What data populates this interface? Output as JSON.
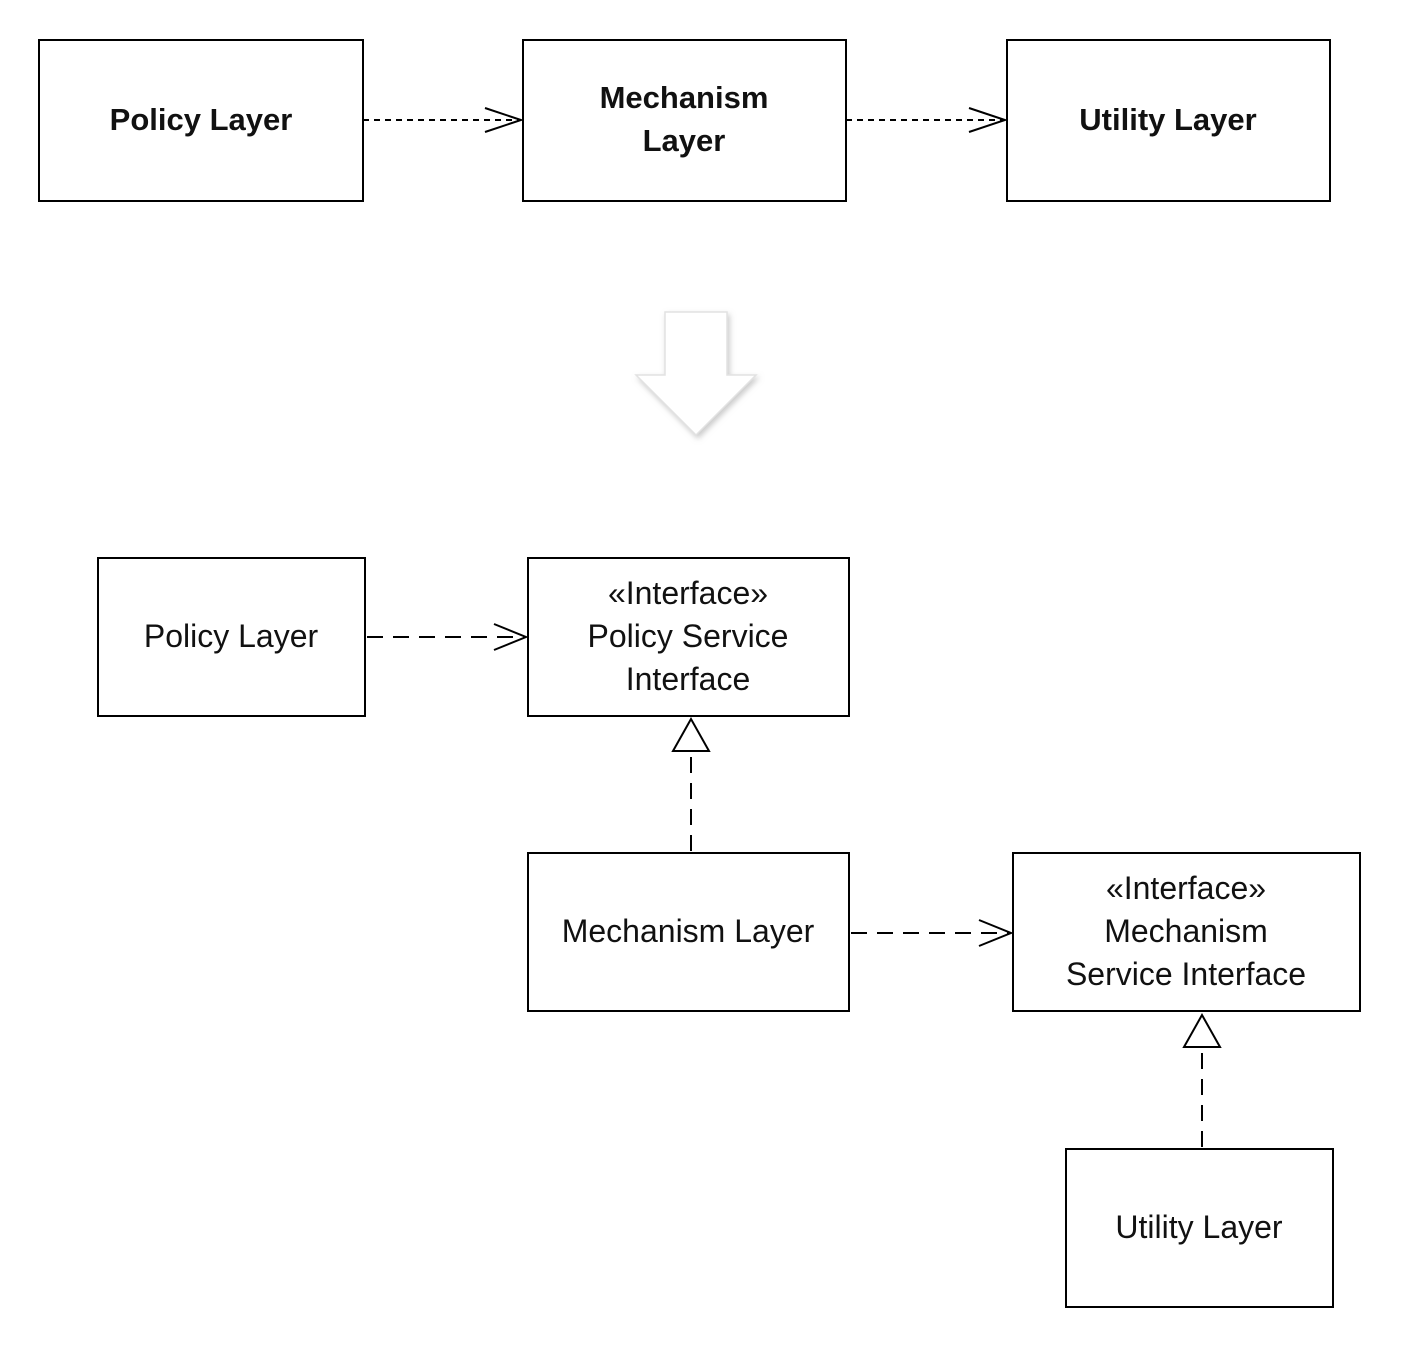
{
  "before": {
    "policy_layer": "Policy Layer",
    "mechanism_layer_line1": "Mechanism",
    "mechanism_layer_line2": "Layer",
    "utility_layer": "Utility Layer"
  },
  "after": {
    "policy_layer": "Policy Layer",
    "policy_interface_stereotype": "«Interface»",
    "policy_interface_line1": "Policy Service",
    "policy_interface_line2": "Interface",
    "mechanism_layer": "Mechanism Layer",
    "mechanism_interface_stereotype": "«Interface»",
    "mechanism_interface_line1": "Mechanism",
    "mechanism_interface_line2": "Service Interface",
    "utility_layer": "Utility Layer"
  },
  "colors": {
    "stroke": "#000000",
    "box_fill": "#ffffff",
    "text": "#111111",
    "transform_arrow_fill": "#ffffff",
    "transform_arrow_shadow": "#cfcfcf"
  },
  "icons": {
    "transform_arrow": "down-arrow-icon"
  }
}
